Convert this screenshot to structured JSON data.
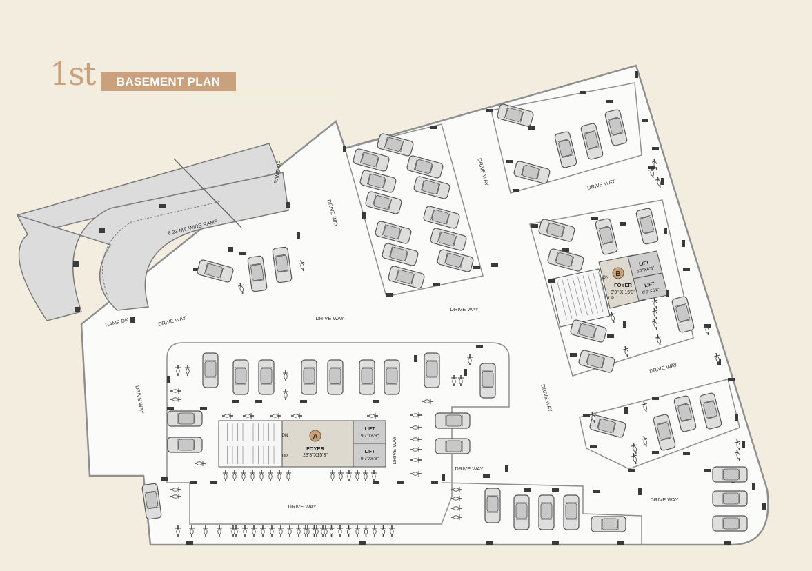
{
  "header": {
    "floor": "1st",
    "title": "BASEMENT PLAN"
  },
  "ramp": {
    "label": "6.23 MT. WIDE RAMP",
    "ramp_up": "RAMP UP",
    "ramp_dn": "RAMP DN"
  },
  "driveway": {
    "label": "DRIVE WAY"
  },
  "core_a": {
    "marker": "A",
    "foyer": "FOYER",
    "foyer_size": "23'3\"X15'3\"",
    "lift_label": "LIFT",
    "lift1_size": "9'7\"X6'8\"",
    "lift2_size": "9'7\"X6'8\"",
    "dn": "DN",
    "up": "UP"
  },
  "core_b": {
    "marker": "B",
    "foyer": "FOYER",
    "foyer_size": "9'9\" X 15'3\"",
    "lift_label": "LIFT",
    "lift1_size": "6'2\"X6'8\"",
    "lift2_size": "6'2\"X6'8\"",
    "dn": "DN",
    "up": "UP"
  },
  "colors": {
    "background": "#f3ede0",
    "accent": "#c9a27d",
    "floor": "#fbfbfa",
    "wall": "#8f8f8f",
    "column": "#3a3a3a",
    "ramp": "#dcdcdc",
    "foyer": "#ddd9cf",
    "lift": "#cdcdcd",
    "car_body": "#dedede",
    "car_outline": "#555555"
  }
}
